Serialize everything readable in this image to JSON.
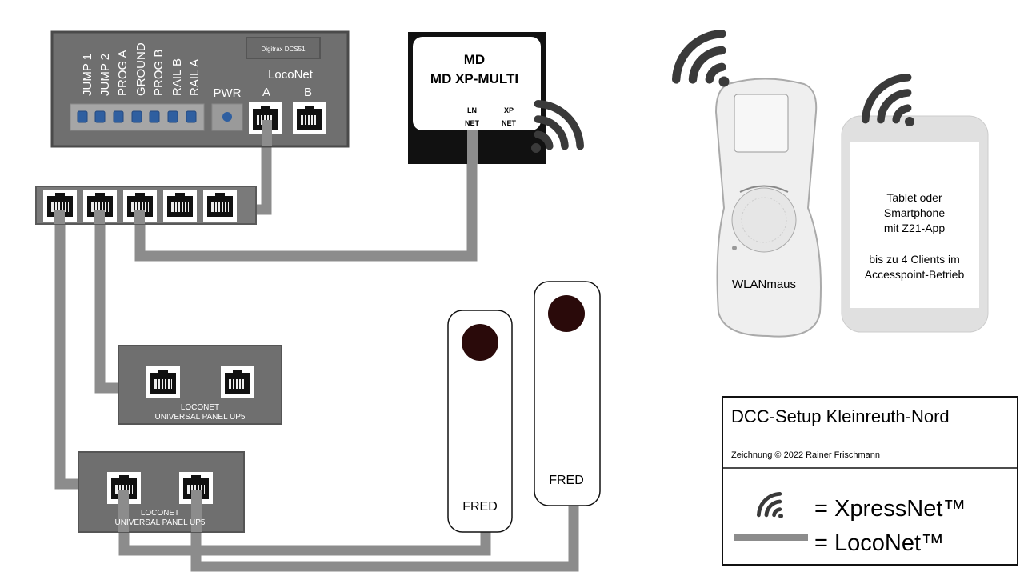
{
  "command_station": {
    "brand_label": "Digitrax  DCS51",
    "terminals": [
      "JUMP 1",
      "JUMP 2",
      "PROG A",
      "GROUND",
      "PROG B",
      "RAIL B",
      "RAIL A"
    ],
    "pwr_label": "PWR",
    "loconet_label": "LocoNet",
    "port_a": "A",
    "port_b": "B"
  },
  "xp_multi": {
    "title": "MD",
    "subtitle": "MD XP-MULTI",
    "ln_1": "LN",
    "ln_2": "NET",
    "xp_1": "XP",
    "xp_2": "NET"
  },
  "panels": [
    {
      "line1": "LOCONET",
      "line2": "UNIVERSAL PANEL UP5"
    },
    {
      "line1": "LOCONET",
      "line2": "UNIVERSAL PANEL UP5"
    }
  ],
  "freds": [
    {
      "label": "FRED"
    },
    {
      "label": "FRED"
    }
  ],
  "wlanmaus": {
    "label": "WLANmaus"
  },
  "phone": {
    "lines": [
      "Tablet oder",
      "Smartphone",
      "mit Z21-App",
      "",
      "bis zu 4 Clients im",
      "Accesspoint-Betrieb"
    ]
  },
  "legend": {
    "title": "DCC-Setup Kleinreuth-Nord",
    "credit": "Zeichnung © 2022 Rainer Frischmann",
    "xpressnet": "= XpressNet™",
    "loconet": "= LocoNet™"
  },
  "colors": {
    "cable": "#8c8c8c",
    "device": "#6f6f6f",
    "led": "#2f5fa0"
  }
}
